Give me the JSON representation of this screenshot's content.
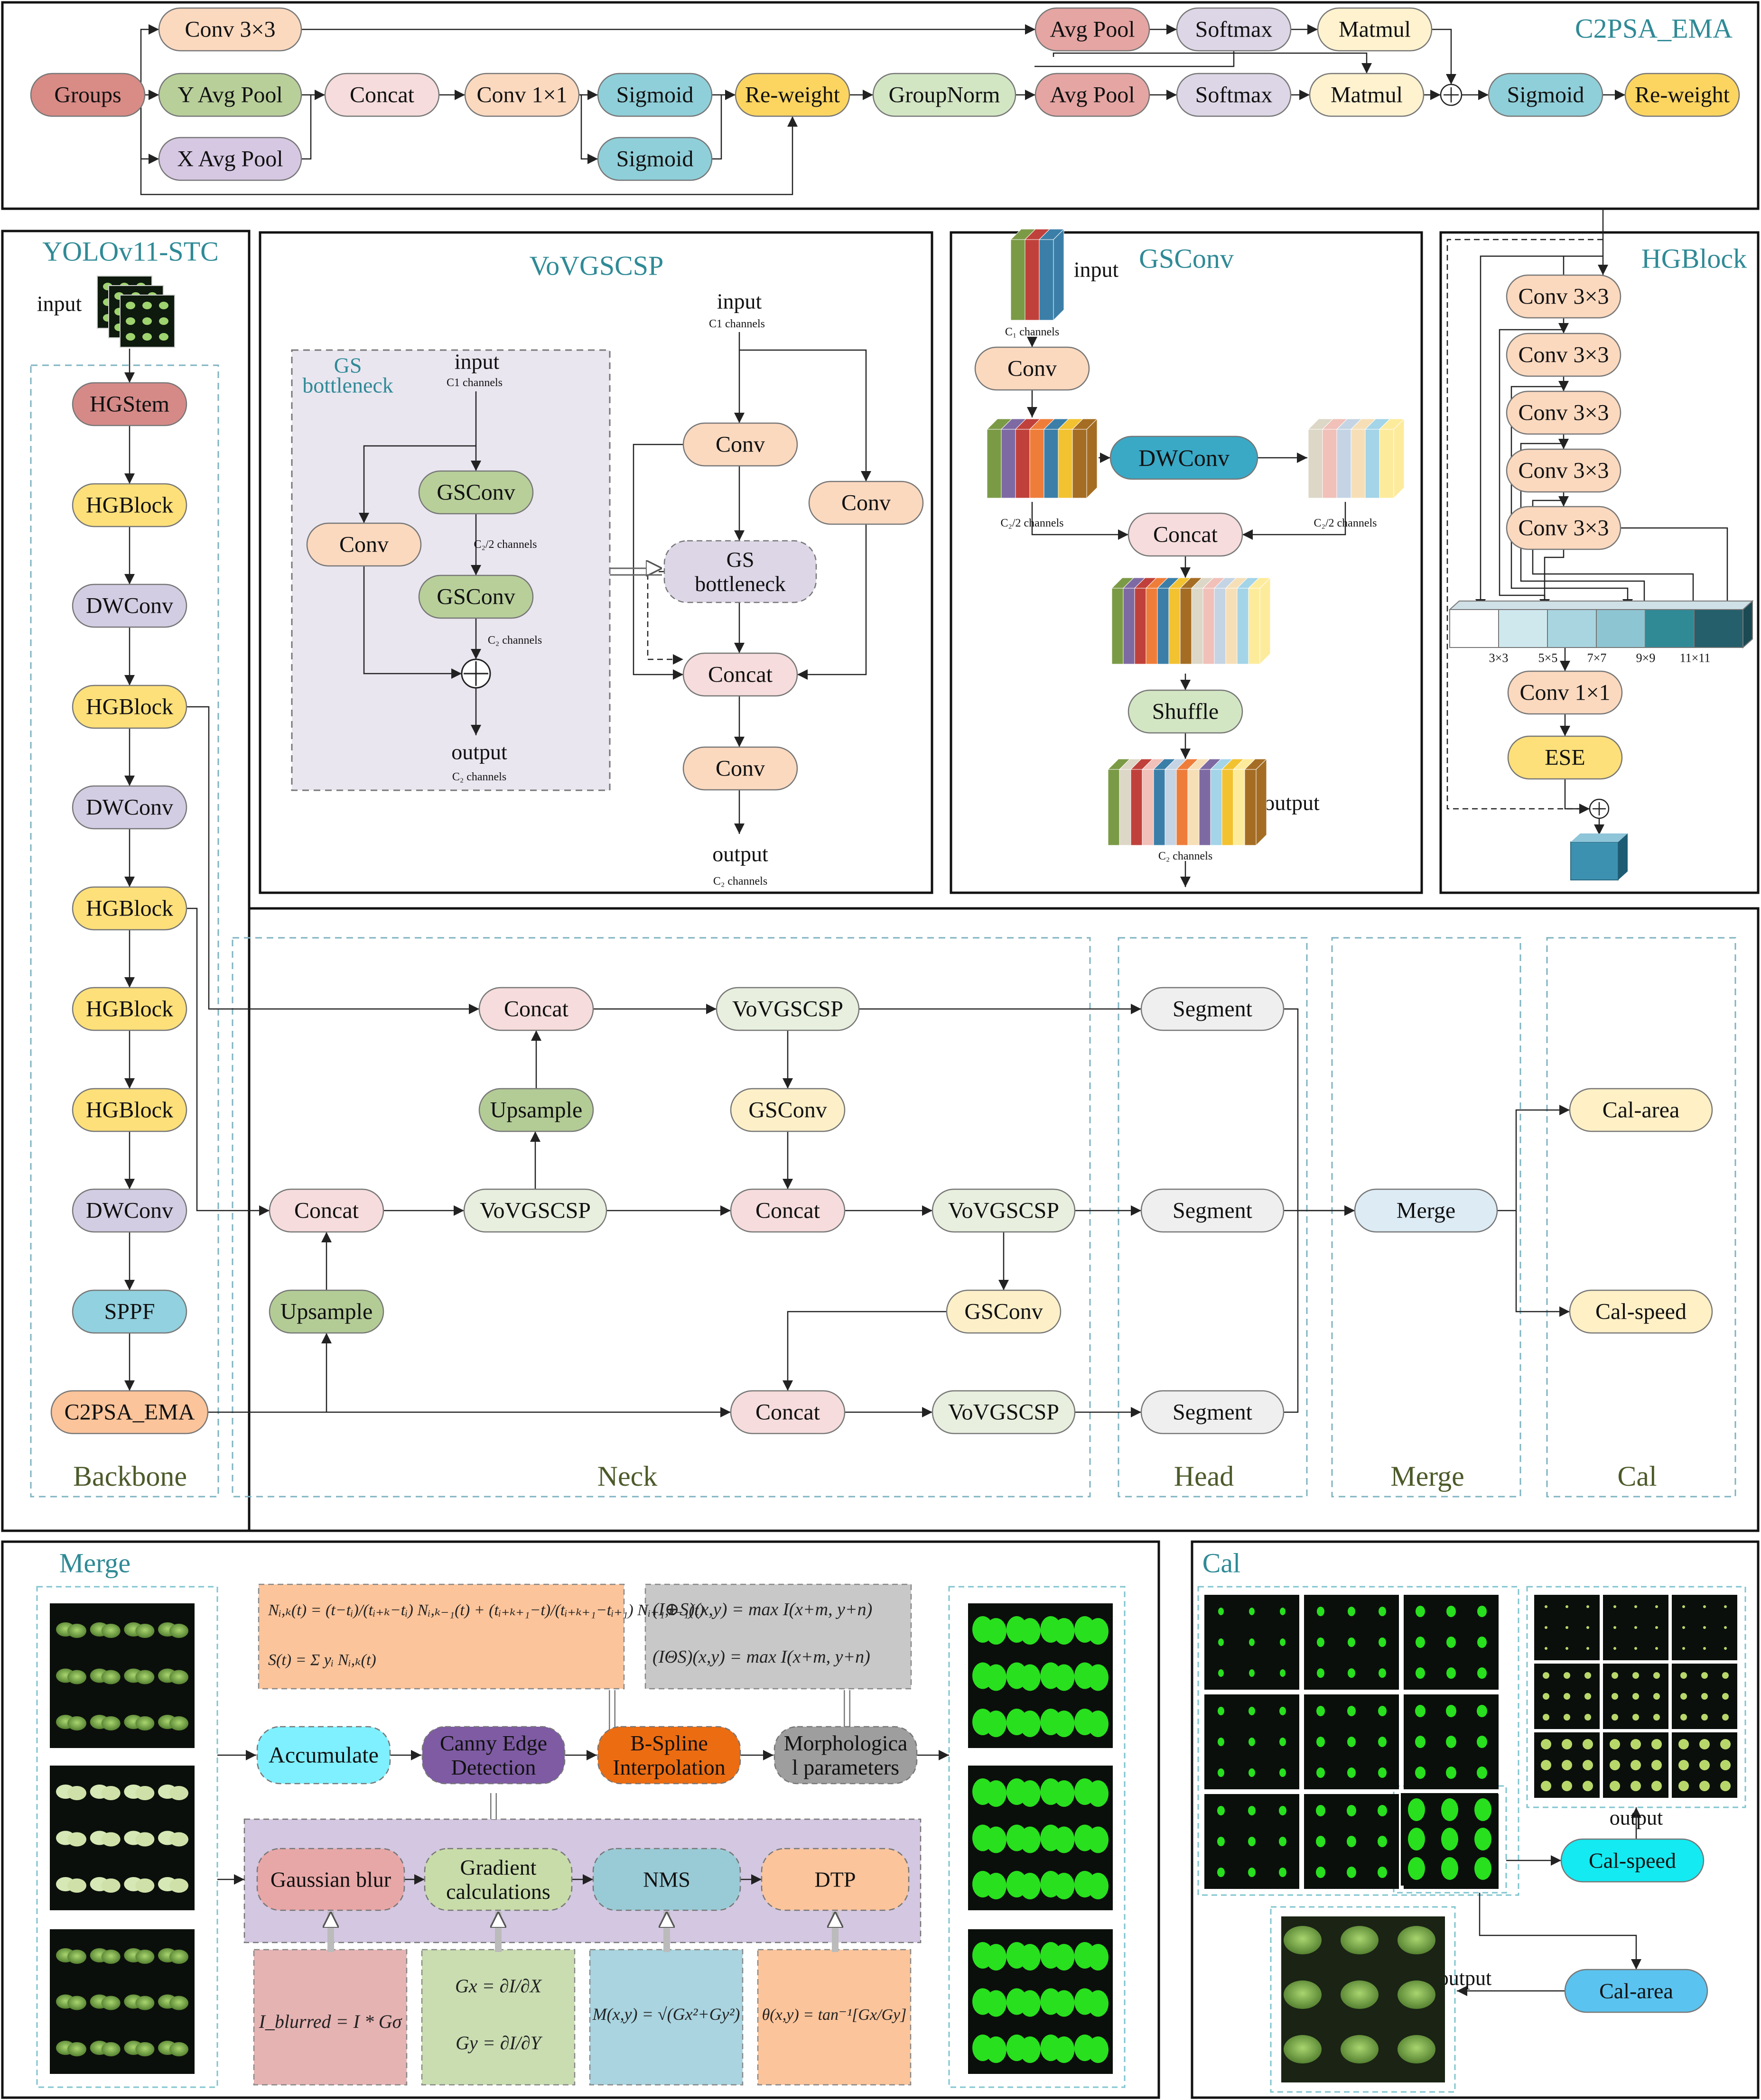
{
  "panels": {
    "c2psa": {
      "title": "C2PSA_EMA"
    },
    "yolo": {
      "title": "YOLOv11-STC"
    },
    "vov": {
      "title": "VoVGSCSP"
    },
    "gsconv": {
      "title": "GSConv"
    },
    "hgblock": {
      "title": "HGBlock"
    },
    "merge": {
      "title": "Merge"
    },
    "cal": {
      "title": "Cal"
    }
  },
  "sections": {
    "backbone": "Backbone",
    "neck": "Neck",
    "head": "Head",
    "merge": "Merge",
    "cal": "Cal"
  },
  "labels": {
    "input": "input",
    "output": "output",
    "c1_channels": "C1 channels",
    "c2_channels": "C₂ channels",
    "c2_half": "C₂/2 channels",
    "c1_small": "C₁ channels",
    "gs_bottleneck_title": [
      "GS",
      "bottleneck"
    ],
    "kernel_sizes": [
      "3×3",
      "5×5",
      "7×7",
      "9×9",
      "11×11"
    ]
  },
  "c2psa": {
    "groups": "Groups",
    "conv3": "Conv  3×3",
    "yavg": "Y Avg Pool",
    "xavg": "X Avg Pool",
    "concat": "Concat",
    "conv1": "Conv  1×1",
    "sigmoid_a": "Sigmoid",
    "sigmoid_b": "Sigmoid",
    "reweight_a": "Re-weight",
    "groupnorm": "GroupNorm",
    "avgpool_a": "Avg Pool",
    "softmax_a": "Softmax",
    "avgpool_b": "Avg Pool",
    "softmax_b": "Softmax",
    "matmul_a": "Matmul",
    "matmul_b": "Matmul",
    "sigmoid_c": "Sigmoid",
    "reweight_b": "Re-weight"
  },
  "backbone": [
    "HGStem",
    "HGBlock",
    "DWConv",
    "HGBlock",
    "DWConv",
    "HGBlock",
    "HGBlock",
    "HGBlock",
    "DWConv",
    "SPPF",
    "C2PSA_EMA"
  ],
  "vov": {
    "gsconv1": "GSConv",
    "gsconv2": "GSConv",
    "conv_left": "Conv",
    "conv_top": "Conv",
    "conv_right": "Conv",
    "gs_bneck": [
      "GS",
      "bottleneck"
    ],
    "concat": "Concat",
    "conv_bottom": "Conv"
  },
  "gsconv": {
    "conv": "Conv",
    "dwconv": "DWConv",
    "concat": "Concat",
    "shuffle": "Shuffle"
  },
  "hgblock": {
    "convs": [
      "Conv  3×3",
      "Conv  3×3",
      "Conv  3×3",
      "Conv  3×3",
      "Conv  3×3"
    ],
    "conv1": "Conv  1×1",
    "ese": "ESE"
  },
  "neck": {
    "concat_top": "Concat",
    "vov_top": "VoVGSCSP",
    "upsample_top": "Upsample",
    "gsconv_top": "GSConv",
    "concat_mid_l": "Concat",
    "vov_mid": "VoVGSCSP",
    "concat_mid_r": "Concat",
    "vov_mid_r": "VoVGSCSP",
    "upsample_low": "Upsample",
    "gsconv_low": "GSConv",
    "concat_bot": "Concat",
    "vov_bot": "VoVGSCSP"
  },
  "head": [
    "Segment",
    "Segment",
    "Segment"
  ],
  "merge_node": "Merge",
  "cal_nodes": {
    "area": "Cal-area",
    "speed": "Cal-speed"
  },
  "merge_panel": {
    "accumulate": "Accumulate",
    "canny": [
      "Canny Edge",
      "Detection"
    ],
    "bspline": [
      "B-Spline",
      "Interpolation"
    ],
    "morph": [
      "Morphologica",
      "l parameters"
    ],
    "gauss": "Gaussian blur",
    "gradient": [
      "Gradient",
      "calculations"
    ],
    "nms": "NMS",
    "dtp": "DTP"
  },
  "cal_panel": {
    "speed": "Cal-speed",
    "area": "Cal-area"
  },
  "colors": {
    "groups": "#d98b86",
    "conv": "#fbd9bf",
    "avgpool": "#e5a5a3",
    "softmax": "#ddd6e6",
    "matmul": "#fef2cf",
    "yavg": "#b8cf9a",
    "xavg": "#d6c8e3",
    "concat": "#f6dcdc",
    "sigmoid": "#8fcfd9",
    "reweight": "#fcd561",
    "groupnorm": "#d3e6c4",
    "hgstem": "#d58a88",
    "hgblock": "#fde07a",
    "dwconv": "#d3cde3",
    "sppf": "#92d1df",
    "c2psa": "#fbc49b",
    "vov": "#e8efde",
    "upsample": "#b3cc96",
    "gsconvn": "#fdf0c9",
    "segment": "#efefef",
    "merge": "#dcebf4",
    "cal": "#fff0c6",
    "panel_vov": "#eae6f0",
    "teal": "#2f8a96"
  }
}
